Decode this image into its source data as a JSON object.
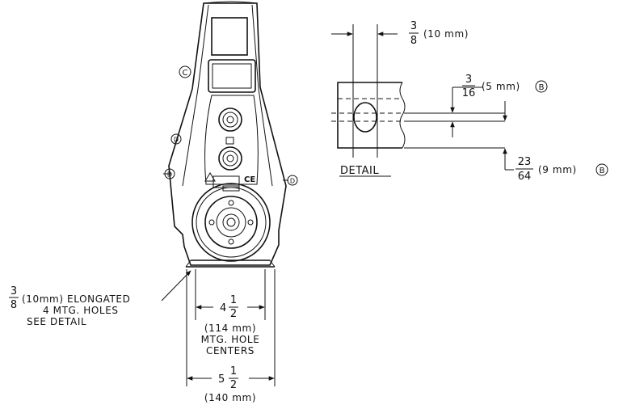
{
  "front_view": {
    "callouts": {
      "c": "C",
      "d": "D"
    }
  },
  "mounting_note": {
    "fraction_num": "3",
    "fraction_den": "8",
    "line1": "(10mm) ELONGATED",
    "line2": "4 MTG. HOLES",
    "line3": "SEE DETAIL"
  },
  "dim_hole_centers": {
    "whole": "4",
    "fraction_num": "1",
    "fraction_den": "2",
    "metric": "(114 mm)",
    "label_line1": "MTG. HOLE",
    "label_line2": "CENTERS"
  },
  "dim_base_width": {
    "whole": "5",
    "fraction_num": "1",
    "fraction_den": "2",
    "metric": "(140 mm)"
  },
  "detail": {
    "title": "DETAIL",
    "slot_width": {
      "fraction_num": "3",
      "fraction_den": "8",
      "metric": "(10 mm)"
    },
    "upper_offset": {
      "fraction_num": "3",
      "fraction_den": "16",
      "metric": "(5 mm)",
      "callout": "B"
    },
    "lower_offset": {
      "fraction_num": "23",
      "fraction_den": "64",
      "metric": "(9 mm)",
      "callout": "B"
    }
  }
}
